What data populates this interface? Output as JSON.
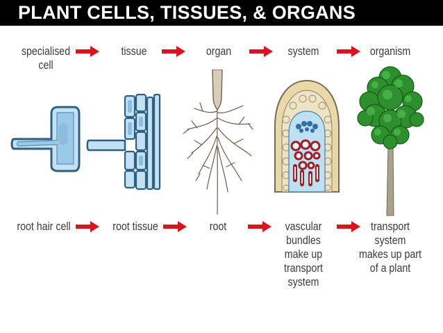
{
  "title": "PLANT CELLS, TISSUES, & ORGANS",
  "top_row": {
    "labels": [
      "specialised\ncell",
      "tissue",
      "organ",
      "system",
      "organism"
    ]
  },
  "bottom_row": {
    "labels": [
      "root hair cell",
      "root tissue",
      "root",
      "vascular\nbundles\nmake up\ntransport\nsystem",
      "transport\nsystem\nmakes up part\nof a plant"
    ]
  },
  "colors": {
    "arrow": "#d9141e",
    "cell_fill": "#b9dcf1",
    "cell_outline": "#3a6a8a",
    "root": "#7a6a55",
    "xylem": "#9c1f2a",
    "phloem": "#2d6fae",
    "tree": "#2e8f2e"
  }
}
